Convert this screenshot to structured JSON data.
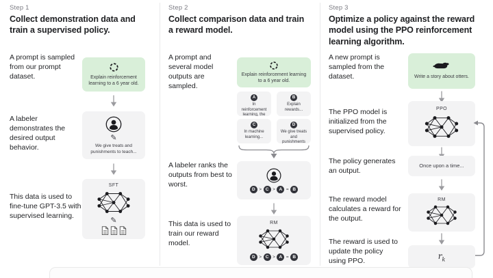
{
  "colors": {
    "bg": "#ffffff",
    "green_box": "#d9efd9",
    "gray_box": "#f3f3f4",
    "ink": "#1f2023",
    "muted": "#7b7b83",
    "box_ink": "#3a3a40",
    "circle": "#32333a",
    "arrow": "#9b9b9f",
    "divider": "#e9e9ea"
  },
  "step1": {
    "label": "Step 1",
    "heading": "Collect demonstration data and train a supervised policy.",
    "prompt_caption": "A prompt is sampled from our prompt dataset.",
    "prompt_text": "Explain reinforcement learning to a 6 year old.",
    "labeler_caption": "A labeler demonstrates the desired output behavior.",
    "labeler_text": "We give treats and punishments to teach...",
    "sft_caption": "This data is used to fine-tune GPT-3.5 with supervised learning.",
    "sft_title": "SFT",
    "pencil_glyph": "✎"
  },
  "step2": {
    "label": "Step 2",
    "heading": "Collect comparison data and train a reward model.",
    "sample_caption": "A prompt and several model outputs are sampled.",
    "prompt_text": "Explain reinforcement learning to a 6 year old.",
    "outputs": [
      {
        "letter": "A",
        "text": "In reinforcement learning, the agent is..."
      },
      {
        "letter": "B",
        "text": "Explain rewards..."
      },
      {
        "letter": "C",
        "text": "In machine learning..."
      },
      {
        "letter": "D",
        "text": "We give treats and punishments to teach..."
      }
    ],
    "rank_caption": "A labeler ranks the outputs from best to worst.",
    "ranking": {
      "letters": [
        "D",
        "C",
        "A",
        "B"
      ],
      "seps": [
        ">",
        ">",
        "="
      ]
    },
    "rm_caption": "This data is used to train our reward model.",
    "rm_title": "RM"
  },
  "step3": {
    "label": "Step 3",
    "heading": "Optimize a policy against the reward model using the PPO reinforcement learning algorithm.",
    "prompt_caption": "A new prompt is sampled from the dataset.",
    "prompt_text": "Write a story about otters.",
    "ppo_caption": "The PPO model is initialized from the supervised policy.",
    "ppo_title": "PPO",
    "output_caption": "The policy generates an output.",
    "output_text": "Once upon a time...",
    "reward_caption": "The reward model calculates a reward for the output.",
    "rm_title": "RM",
    "update_caption": "The reward is used to update the policy using PPO.",
    "reward_symbol": "r",
    "reward_symbol_sub": "k"
  }
}
